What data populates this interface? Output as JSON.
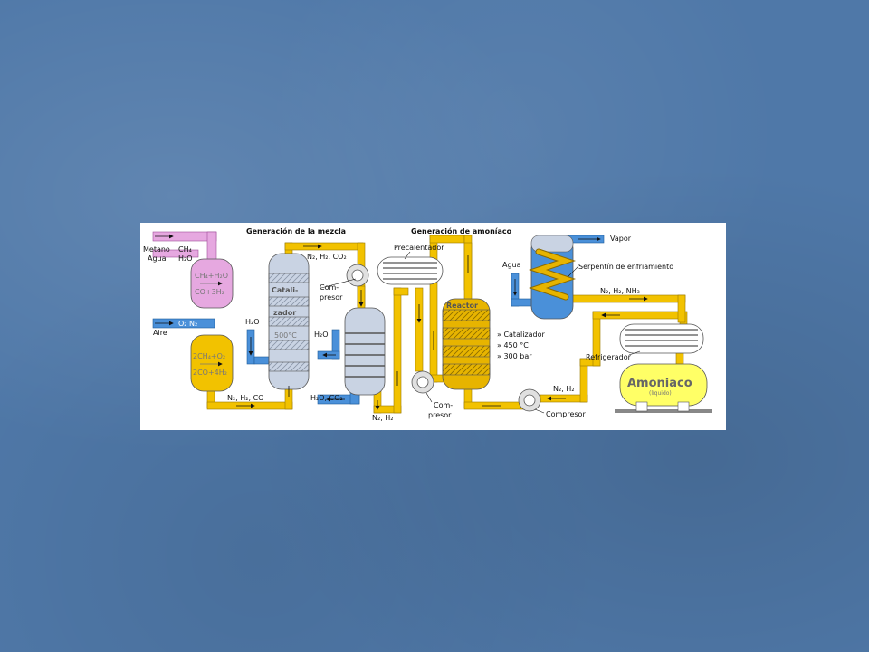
{
  "colors": {
    "background": "#4f78a8",
    "pipe_yellow": "#f2c200",
    "pipe_blue": "#4a90d9",
    "pipe_pink": "#e6a8e0",
    "vessel_gray": "#c9d3e3",
    "reactor_yellow": "#e7b400",
    "tank_yellow": "#ffff66"
  },
  "headings": {
    "mixture": "Generación de la mezcla",
    "ammonia": "Generación de amoníaco"
  },
  "labels": {
    "metano": "Metano",
    "ch4": "CH₄",
    "agua_left": "Agua",
    "h2o_left": "H₂O",
    "aire": "Aire",
    "o2n2": "O₂ N₂",
    "pink_reaction_top": "CH₄+H₂O",
    "pink_reaction_bottom": "CO+3H₂",
    "yellow_reaction_top": "2CH₄+O₂",
    "yellow_reaction_bottom": "2CO+4H₂",
    "n2h2co_bottom": "N₂, H₂, CO",
    "h2o_mid": "H₂O",
    "catalyst_1": "Catali-",
    "catalyst_2": "zador",
    "temperature": "500°C",
    "n2h2co2_top": "N₂, H₂, CO₂",
    "compressor1_1": "Com-",
    "compressor1_2": "presor",
    "h2o_right": "H₂O",
    "h2oco2": "H₂O, CO₂",
    "n2h2_bottom": "N₂, H₂",
    "preheater": "Precalentador",
    "compressor2_1": "Com-",
    "compressor2_2": "presor",
    "reactor": "Reactor",
    "bullet_catalyst": "» Catalizador",
    "bullet_temp": "» 450 °C",
    "bullet_pressure": "» 300 bar",
    "agua_right": "Agua",
    "vapor": "Vapor",
    "coil": "Serpentín de enfriamiento",
    "n2h2nh3": "N₂, H₂, NH₃",
    "refrigerator": "Refrigerador",
    "n2h2_right": "N₂, H₂",
    "compressor3": "Compresor",
    "ammonia_tank": "Amoniaco",
    "ammonia_state": "(líquido)"
  }
}
